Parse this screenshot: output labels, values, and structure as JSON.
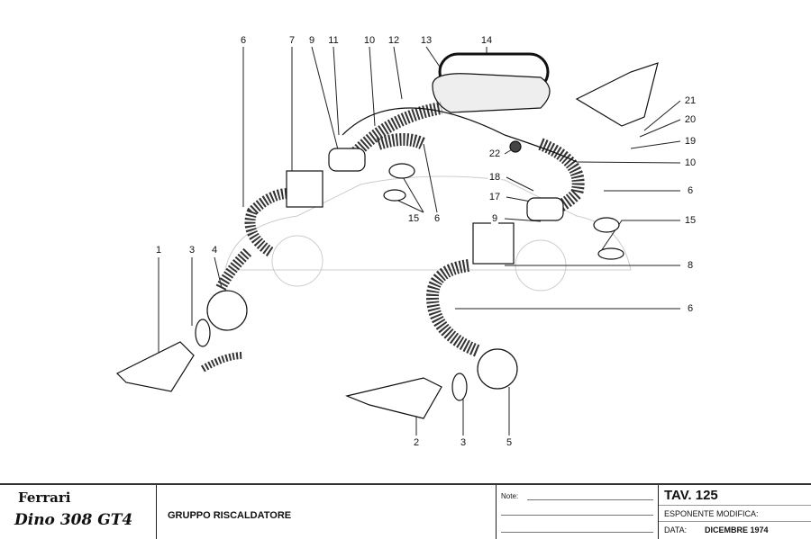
{
  "diagram": {
    "callouts": [
      "6",
      "7",
      "9",
      "11",
      "10",
      "12",
      "13",
      "14",
      "21",
      "20",
      "19",
      "22",
      "10",
      "18",
      "6",
      "17",
      "9",
      "15",
      "15",
      "6",
      "8",
      "6",
      "1",
      "3",
      "4",
      "2",
      "3",
      "5"
    ]
  },
  "title_block": {
    "brand": "Ferrari",
    "model_logo": "Dino 308 GT4",
    "group_title": "GRUPPO RISCALDATORE",
    "note_label": "Note:",
    "table_label": "TAV. 125",
    "revision_label": "ESPONENTE MODIFICA:",
    "date_label": "DATA:",
    "date_value": "DICEMBRE 1974"
  }
}
